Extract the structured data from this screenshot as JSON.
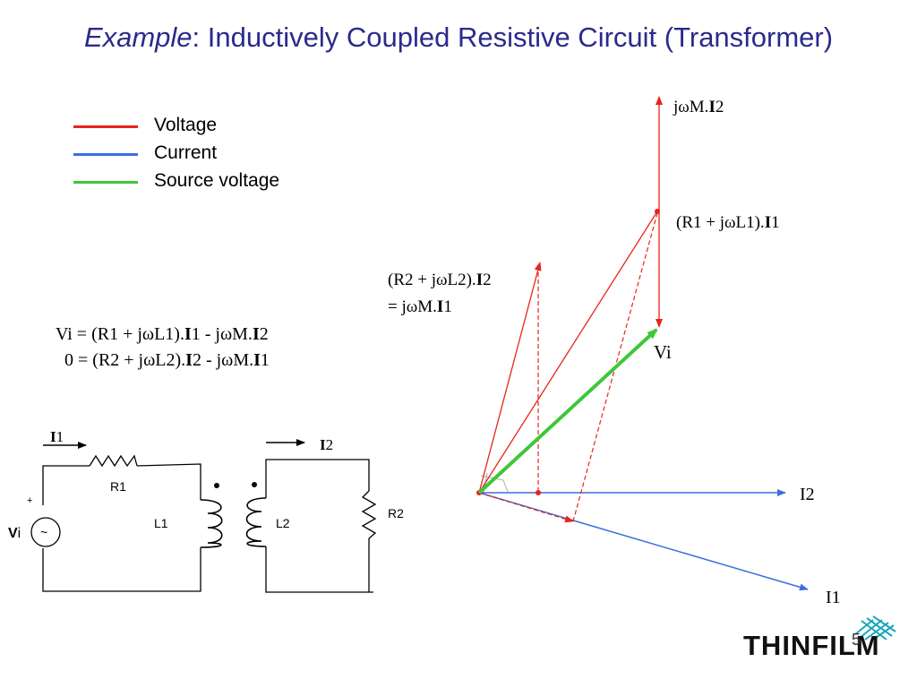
{
  "title": {
    "italic": "Example",
    "rest": ": Inductively Coupled Resistive Circuit (Transformer)"
  },
  "legend": [
    {
      "label": "Voltage",
      "color": "#e8241b"
    },
    {
      "label": "Current",
      "color": "#3a6fe0"
    },
    {
      "label": "Source voltage",
      "color": "#3ec73a"
    }
  ],
  "equations": {
    "eq1": {
      "a": "Vi = (R1 + jωL1).",
      "b": "I",
      "c": "1 - jωM.",
      "d": "I",
      "e": "2"
    },
    "eq2": {
      "a": "0 = (R2 + jωL2).",
      "b": "I",
      "c": "2 - jωM.",
      "d": "I",
      "e": "1"
    }
  },
  "phasor_labels": {
    "jwm_i2": {
      "a": "jωM.",
      "b": "I",
      "c": "2"
    },
    "r1_i1": {
      "a": "(R1 + jωL1).",
      "b": "I",
      "c": "1"
    },
    "r2_i2_line1": {
      "a": "(R2 + jωL2).",
      "b": "I",
      "c": "2"
    },
    "r2_i2_line2": {
      "a": "= jωM.",
      "b": "I",
      "c": "1"
    },
    "vi": "Vi",
    "i2": "I2",
    "i1": "I1"
  },
  "circuit": {
    "i1_arrow": {
      "a": "I",
      "b": "1"
    },
    "i2_arrow": {
      "a": "I",
      "b": "2"
    },
    "r1": "R1",
    "l1": "L1",
    "l2": "L2",
    "r2": "R2",
    "plus": "+",
    "vi_a": "V",
    "vi_b": "i",
    "source_symbol": "~"
  },
  "slide_number": "5",
  "logo": "THINFILM",
  "colors": {
    "title": "#2a2a8c",
    "voltage": "#e8241b",
    "current": "#3a6fe0",
    "source": "#3ec73a"
  }
}
